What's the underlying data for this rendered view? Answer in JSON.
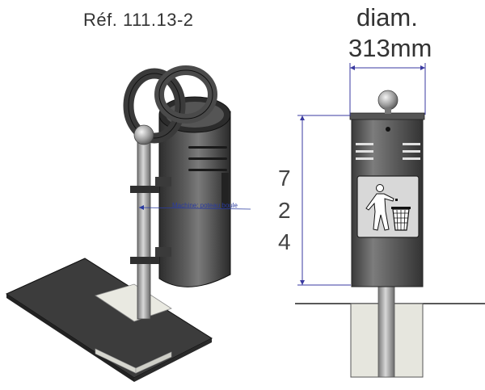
{
  "reference": "Réf. 111.13-2",
  "diameter": {
    "line1": "diam.",
    "line2": "313mm"
  },
  "height_digits": [
    "7",
    "2",
    "4"
  ],
  "callout": "Machine: poteau boule",
  "colors": {
    "metal_dark": "#4a4a4a",
    "metal_light": "#a9a9a9",
    "dimension_line": "#3a3aa0",
    "outline": "#222222"
  },
  "icons": [
    "trash-bin-icon",
    "person-throwing-litter-icon"
  ]
}
